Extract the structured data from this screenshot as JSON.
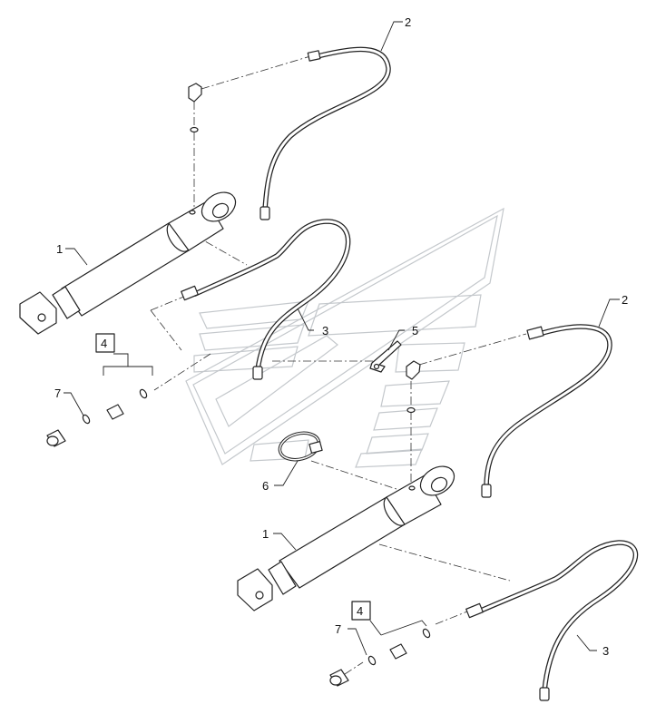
{
  "diagram": {
    "callouts": [
      {
        "id": "c1a",
        "label": "1"
      },
      {
        "id": "c1b",
        "label": "1"
      },
      {
        "id": "c2a",
        "label": "2"
      },
      {
        "id": "c2b",
        "label": "2"
      },
      {
        "id": "c3a",
        "label": "3"
      },
      {
        "id": "c3b",
        "label": "3"
      },
      {
        "id": "c4a",
        "label": "4"
      },
      {
        "id": "c4b",
        "label": "4"
      },
      {
        "id": "c5",
        "label": "5"
      },
      {
        "id": "c6",
        "label": "6"
      },
      {
        "id": "c7a",
        "label": "7"
      },
      {
        "id": "c7b",
        "label": "7"
      }
    ]
  }
}
